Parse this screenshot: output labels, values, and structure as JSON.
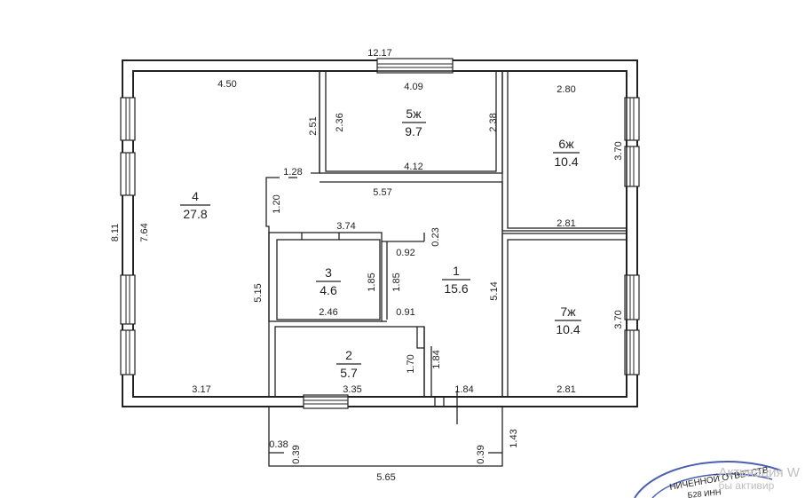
{
  "plan": {
    "outer_width": "12.17",
    "outer_height": "8.11",
    "rooms": [
      {
        "id": "4",
        "number": "4",
        "area": "27.8"
      },
      {
        "id": "5",
        "number": "5ж",
        "area": "9.7"
      },
      {
        "id": "6",
        "number": "6ж",
        "area": "10.4"
      },
      {
        "id": "1",
        "number": "1",
        "area": "15.6"
      },
      {
        "id": "3",
        "number": "3",
        "area": "4.6"
      },
      {
        "id": "2",
        "number": "2",
        "area": "5.7"
      },
      {
        "id": "7",
        "number": "7ж",
        "area": "10.4"
      }
    ],
    "dims": {
      "room4_top": "4.50",
      "room4_left": "7.64",
      "room4_bottom": "3.17",
      "wall_251": "2.51",
      "step_128": "1.28",
      "step_120": "1.20",
      "wall_515": "5.15",
      "room5_top": "4.09",
      "room5_left": "2.36",
      "room5_right": "2.38",
      "room5_bottom": "4.12",
      "room6_top": "2.80",
      "room6_right": "3.70",
      "room6_bottom": "2.81",
      "hall_top": "5.57",
      "hall_right": "5.14",
      "room3_top": "3.74",
      "room3_right": "1.85",
      "room3_bottom": "2.46",
      "door_092": "0.92",
      "door_023": "0.23",
      "wall_185b": "1.85",
      "door_091": "0.91",
      "room2_bottom": "3.35",
      "room2_right": "1.70",
      "wall_184": "1.84",
      "door_184": "1.84",
      "room7_right": "3.70",
      "room7_bottom": "2.81",
      "porch_width": "5.65",
      "porch_038": "0.38",
      "porch_039a": "0.39",
      "porch_039b": "0.39",
      "porch_143": "1.43"
    }
  },
  "watermark": {
    "line1": "Активация W",
    "line2": "бы активир",
    "stamp_text": "НИЧЕННОЙ ОТВЕТСТВ",
    "stamp_text2": "Б28 ИНН"
  }
}
